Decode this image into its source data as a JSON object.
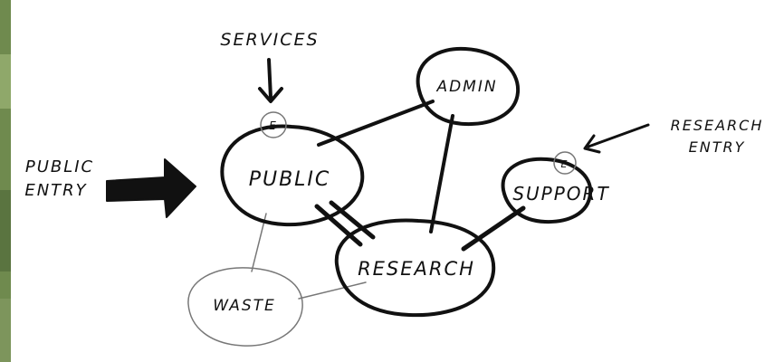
{
  "diagram": {
    "nodes": {
      "public": "PUBLIC",
      "admin": "ADMIN",
      "support": "SUPPORT",
      "research": "RESEARCH",
      "waste": "WASTE"
    },
    "annotations": {
      "services": "SERVICES",
      "public_entry_line1": "PUBLIC",
      "public_entry_line2": "ENTRY",
      "research_entry_line1": "RESEARCH",
      "research_entry_line2": "ENTRY",
      "entry_marker": "E"
    }
  },
  "colors": {
    "ink": "#111111",
    "light_ink": "#777777",
    "paper": "#ffffff",
    "photo_edge": "#6f8a4e"
  }
}
